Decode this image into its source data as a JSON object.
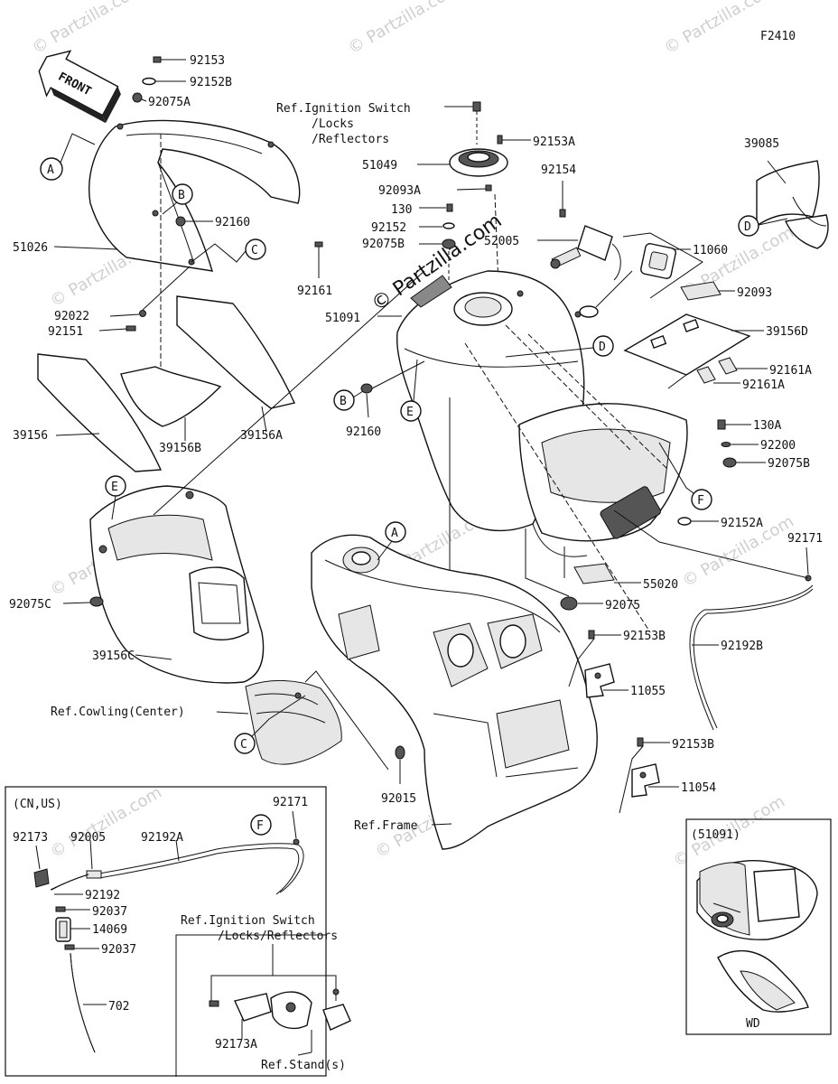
{
  "figure_code": "F2410",
  "front_label": "FRONT",
  "watermark": "© Partzilla.com",
  "watermark_main": "© Partzilla.com",
  "callouts": [
    "A",
    "B",
    "C",
    "D",
    "E",
    "F"
  ],
  "parts": {
    "p92153": "92153",
    "p92152B": "92152B",
    "p92075A": "92075A",
    "p51026": "51026",
    "p92160a": "92160",
    "p92161": "92161",
    "p92022": "92022",
    "p92151": "92151",
    "p39156": "39156",
    "p39156B": "39156B",
    "p39156A": "39156A",
    "p51049": "51049",
    "p92153A": "92153A",
    "p92093A": "92093A",
    "p130": "130",
    "p92152": "92152",
    "p92075B_a": "92075B",
    "p51091": "51091",
    "p92154": "92154",
    "p52005": "52005",
    "p11060": "11060",
    "p39085": "39085",
    "p92093": "92093",
    "p39156D": "39156D",
    "p92161A_1": "92161A",
    "p92161A_2": "92161A",
    "p130A": "130A",
    "p92200": "92200",
    "p92075B_b": "92075B",
    "p92152A": "92152A",
    "p92171a": "92171",
    "p92160b": "92160",
    "p92075C": "92075C",
    "p39156C": "39156C",
    "p55020": "55020",
    "p92075": "92075",
    "p92192B": "92192B",
    "p92153B_1": "92153B",
    "p11055": "11055",
    "p92153B_2": "92153B",
    "p11054": "11054",
    "p92015": "92015",
    "p92171b": "92171",
    "p92173": "92173",
    "p92005": "92005",
    "p92192A": "92192A",
    "p92192": "92192",
    "p92037a": "92037",
    "p14069": "14069",
    "p92037b": "92037",
    "p702": "702",
    "p92173A": "92173A"
  },
  "refs": {
    "ignition_top_1": "Ref.Ignition Switch",
    "ignition_top_2": "/Locks",
    "ignition_top_3": "/Reflectors",
    "cowling": "Ref.Cowling(Center)",
    "frame": "Ref.Frame",
    "ignition_bottom_1": "Ref.Ignition Switch",
    "ignition_bottom_2": "/Locks/Reflectors",
    "stand": "Ref.Stand(s)"
  },
  "inset_cn_us": "(CN,US)",
  "inset_51091": "(51091)",
  "inset_51091_caption": "WD"
}
